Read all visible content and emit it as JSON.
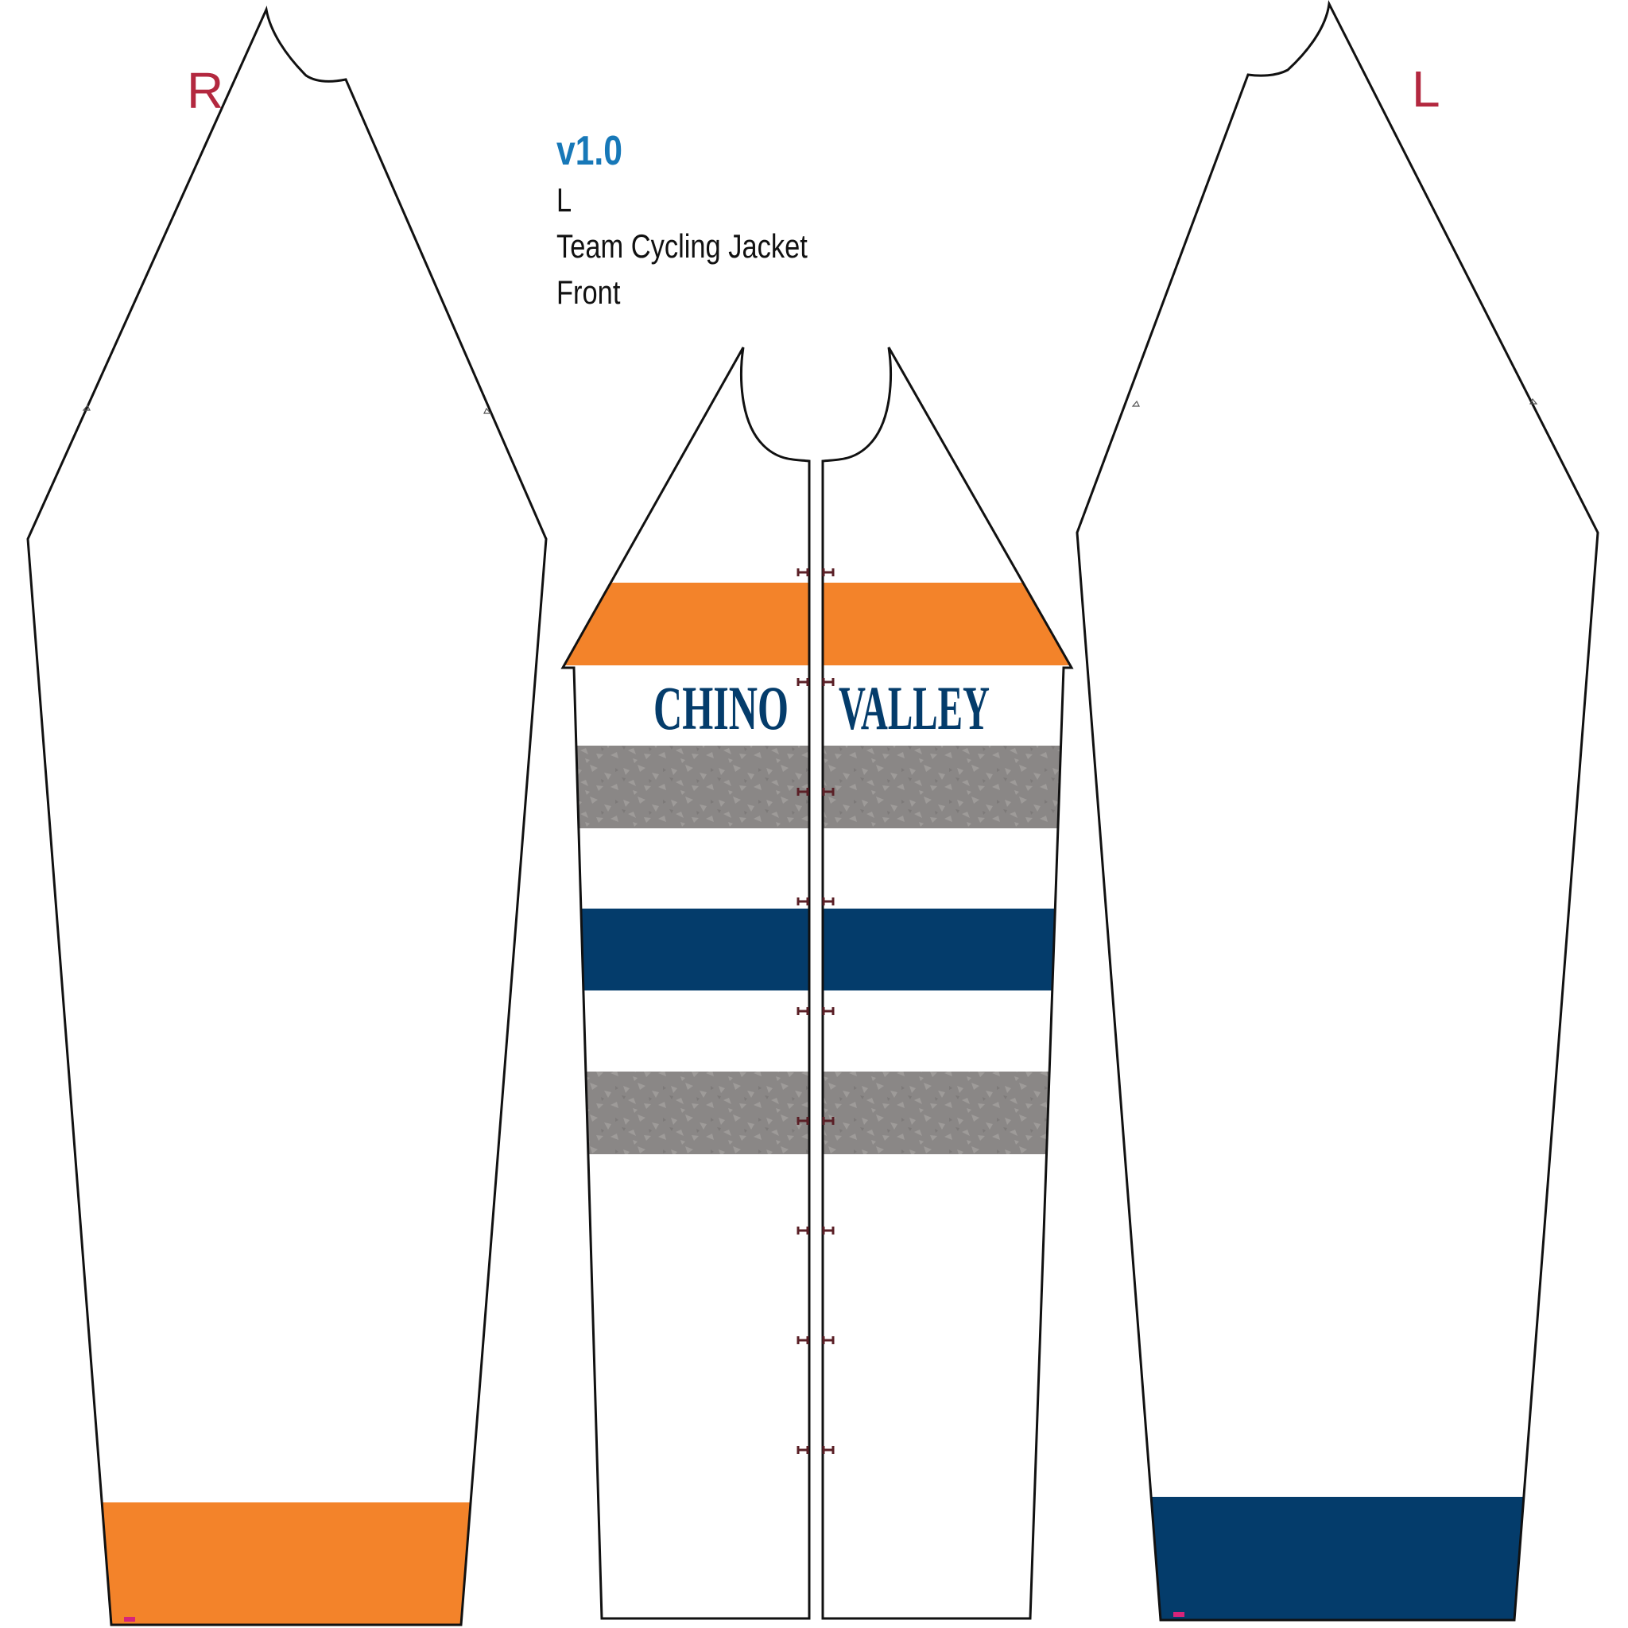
{
  "header": {
    "version": "v1.0",
    "size": "L",
    "product": "Team Cycling Jacket",
    "view": "Front"
  },
  "sleeves": {
    "right_label": "R",
    "left_label": "L"
  },
  "chest_text": {
    "left": "CHINO",
    "right": "VALLEY"
  },
  "colors": {
    "outline": "#111111",
    "orange": "#f3832a",
    "navy": "#043c6b",
    "gray": "#8a8786",
    "gray_speck": "#9e9b99",
    "side_label": "#b3283f",
    "version_blue": "#1778b8",
    "notch": "#5a1f26"
  },
  "stripes": [
    {
      "name": "orange-stripe",
      "color": "orange"
    },
    {
      "name": "white-text-stripe",
      "color": "white"
    },
    {
      "name": "gray-stripe-upper",
      "color": "gray"
    },
    {
      "name": "white-stripe",
      "color": "white"
    },
    {
      "name": "navy-stripe",
      "color": "navy"
    },
    {
      "name": "white-stripe-lower",
      "color": "white"
    },
    {
      "name": "gray-stripe-lower",
      "color": "gray"
    }
  ],
  "cuffs": {
    "right": "orange",
    "left": "navy"
  }
}
